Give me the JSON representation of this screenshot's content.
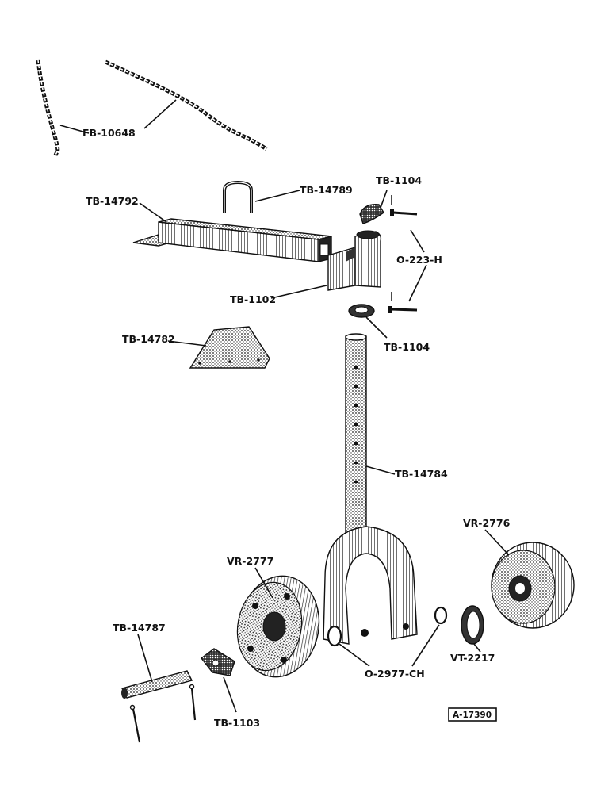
{
  "labels": {
    "fb10648": "FB-10648",
    "tb14789": "TB-14789",
    "tb1104_top": "TB-1104",
    "tb14792": "TB-14792",
    "o223h": "O-223-H",
    "tb1102": "TB-1102",
    "tb1104_bottom": "TB-1104",
    "tb14782": "TB-14782",
    "tb14784": "TB-14784",
    "vr2776": "VR-2776",
    "vr2777": "VR-2777",
    "tb14787": "TB-14787",
    "o2977ch": "O-2977-CH",
    "vt2217": "VT-2217",
    "tb1103": "TB-1103",
    "drawing_number": "A-17390"
  },
  "colors": {
    "ink": "#111111",
    "paper": "#ffffff",
    "shade": "#555555"
  }
}
